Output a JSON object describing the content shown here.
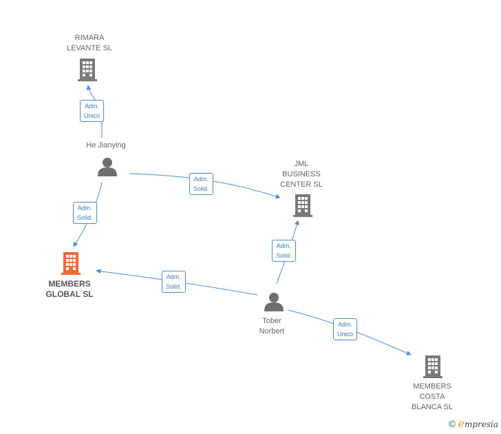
{
  "nodes": {
    "rimara": {
      "lines": [
        "RIMARA",
        "LEVANTE  SL"
      ],
      "type": "company"
    },
    "he": {
      "lines": [
        "He Jianying"
      ],
      "type": "person"
    },
    "jml": {
      "lines": [
        "JML",
        "BUSINESS",
        "CENTER SL"
      ],
      "type": "company"
    },
    "members_global": {
      "lines": [
        "MEMBERS",
        "GLOBAL  SL"
      ],
      "type": "company-focus"
    },
    "tober": {
      "lines": [
        "Tober",
        "Norbert"
      ],
      "type": "person"
    },
    "members_costa": {
      "lines": [
        "MEMBERS",
        "COSTA",
        "BLANCA SL"
      ],
      "type": "company"
    }
  },
  "edges": [
    {
      "id": "he-rimara",
      "from": "he",
      "to": "rimara",
      "label": [
        "Adm.",
        "Unico"
      ]
    },
    {
      "id": "he-jml",
      "from": "he",
      "to": "jml",
      "label": [
        "Adm.",
        "Solid."
      ]
    },
    {
      "id": "he-global",
      "from": "he",
      "to": "members_global",
      "label": [
        "Adm.",
        "Solid."
      ]
    },
    {
      "id": "tober-jml",
      "from": "tober",
      "to": "jml",
      "label": [
        "Adm.",
        "Solid."
      ]
    },
    {
      "id": "tober-global",
      "from": "tober",
      "to": "members_global",
      "label": [
        "Adm.",
        "Solid."
      ]
    },
    {
      "id": "tober-costa",
      "from": "tober",
      "to": "members_costa",
      "label": [
        "Adm.",
        "Unico"
      ]
    }
  ],
  "colors": {
    "edge": "#4a8fd6",
    "company": "#7a7a7a",
    "focus": "#f26a35",
    "person": "#6e6e6e"
  },
  "brand": {
    "symbol": "©",
    "first": "e",
    "rest": "mpresia"
  }
}
